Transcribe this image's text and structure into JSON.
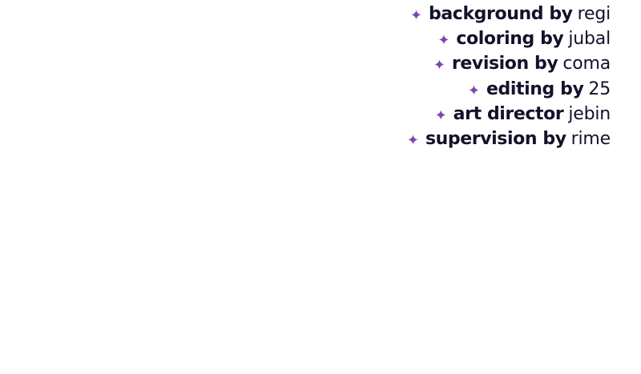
{
  "credits": [
    {
      "role": "background by",
      "name": "regi"
    },
    {
      "role": "coloring by",
      "name": "jubal"
    },
    {
      "role": "revision by",
      "name": "coma"
    },
    {
      "role": "editing by",
      "name": "25"
    },
    {
      "role": "art director",
      "name": "jebin"
    },
    {
      "role": "supervision by",
      "name": "rime"
    }
  ],
  "style": {
    "star_color": "#7b45b3",
    "text_color": "#14112a",
    "background": "#ffffff",
    "bullet_icon": "sparkle-icon"
  }
}
